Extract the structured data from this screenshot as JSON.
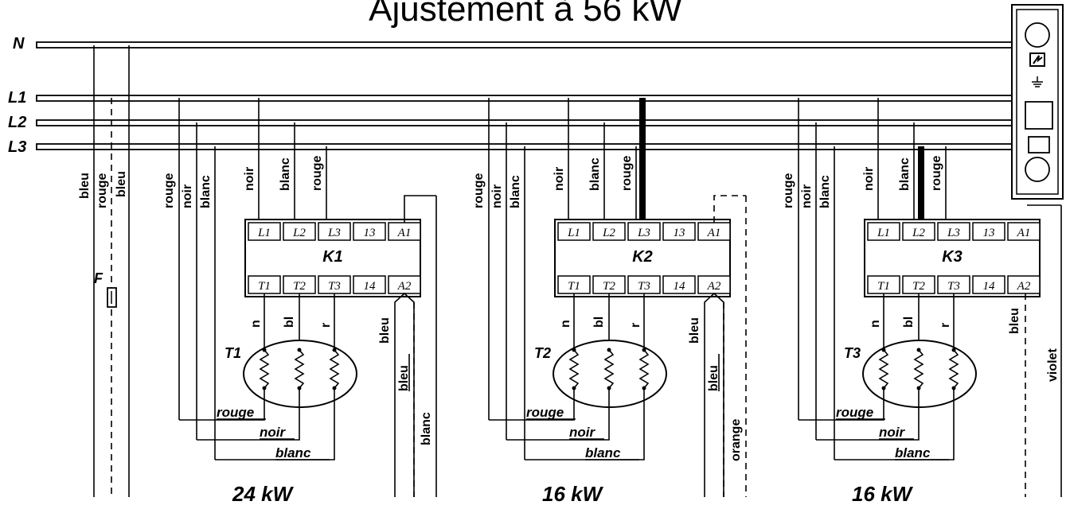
{
  "title": "Ajustement à 56 kW",
  "lines": {
    "n": "N",
    "l1": "L1",
    "l2": "L2",
    "l3": "L3"
  },
  "fuse": "F",
  "left_wires": [
    "bleu",
    "rouge",
    "bleu"
  ],
  "terminals_top": [
    "L1",
    "L2",
    "L3",
    "13",
    "A1"
  ],
  "terminals_bottom": [
    "T1",
    "T2",
    "T3",
    "14",
    "A2"
  ],
  "feeds": [
    "rouge",
    "noir",
    "blanc",
    "noir",
    "blanc",
    "rouge"
  ],
  "phase_taps": [
    "n",
    "bl",
    "r"
  ],
  "return_labels": [
    "rouge",
    "noir",
    "blanc"
  ],
  "groups": [
    {
      "contactor": "K1",
      "transformer": "T1",
      "power": "24 kW",
      "coil_wires": [
        "bleu",
        "bleu",
        "blanc"
      ]
    },
    {
      "contactor": "K2",
      "transformer": "T2",
      "power": "16 kW",
      "coil_wires": [
        "bleu",
        "bleu",
        "orange"
      ]
    },
    {
      "contactor": "K3",
      "transformer": "T3",
      "power": "16 kW",
      "coil_wires": [
        "bleu",
        "violet"
      ]
    }
  ],
  "device_icons": [
    "lightning-icon",
    "earth-icon"
  ]
}
